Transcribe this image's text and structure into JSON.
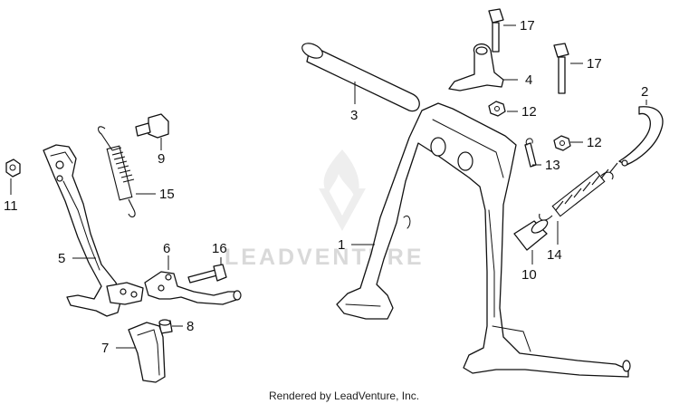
{
  "watermark": {
    "text": "LEADVENTURE"
  },
  "credit": "Rendered by LeadVenture, Inc.",
  "callouts": {
    "p1": "1",
    "p2": "2",
    "p3": "3",
    "p4": "4",
    "p5": "5",
    "p6": "6",
    "p7": "7",
    "p8": "8",
    "p9": "9",
    "p10": "10",
    "p11": "11",
    "p12a": "12",
    "p12b": "12",
    "p13": "13",
    "p14": "14",
    "p15": "15",
    "p16": "16",
    "p17a": "17",
    "p17b": "17"
  }
}
